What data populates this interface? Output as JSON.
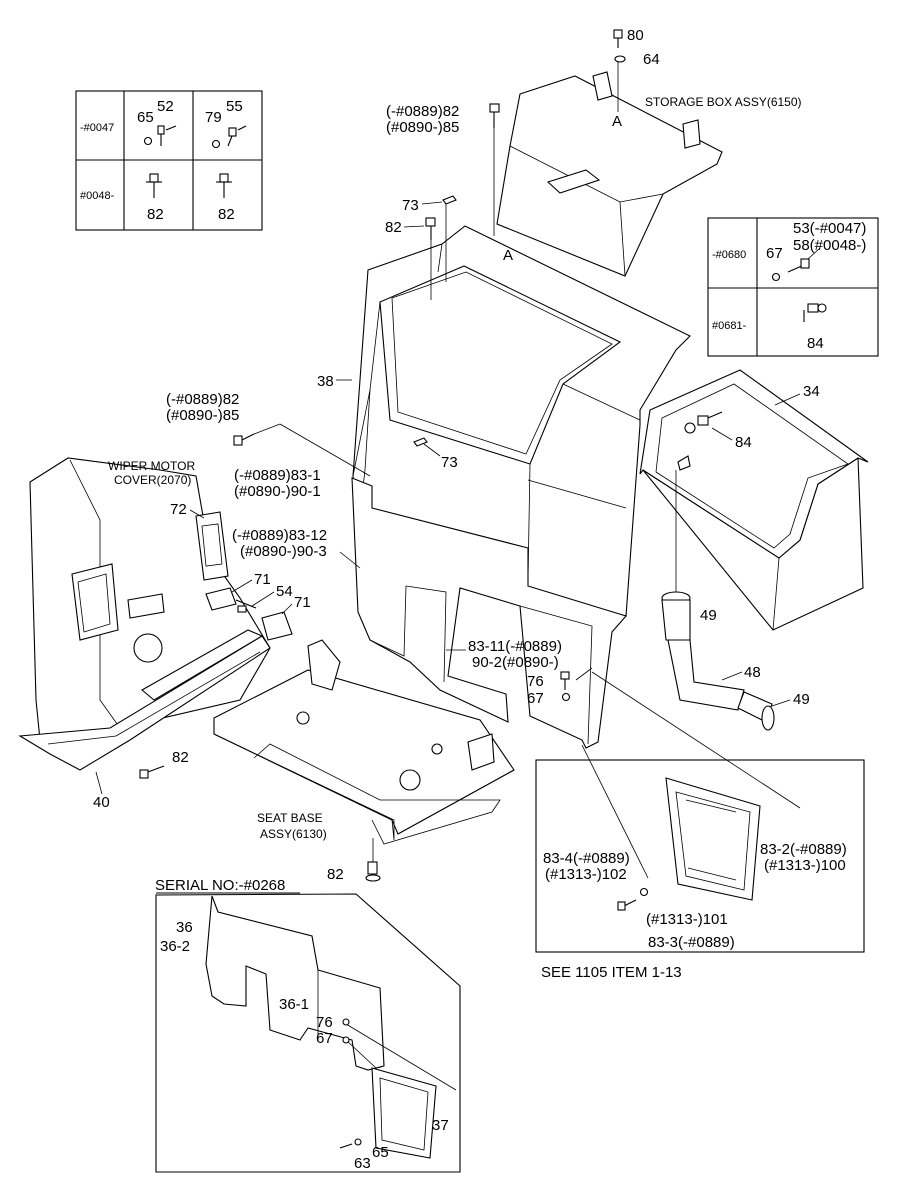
{
  "labels": {
    "p80": "80",
    "p64": "64",
    "storage_box": "STORAGE BOX ASSY(6150)",
    "p82_85_top_a": "(-#0889)82",
    "p82_85_top_b": "(#0890-)85",
    "refA_top": "A",
    "refA_mid": "A",
    "p73_top": "73",
    "p82_top": "82",
    "p38": "38",
    "p82_85_left_a": "(-#0889)82",
    "p82_85_left_b": "(#0890-)85",
    "p73_mid": "73",
    "p34": "34",
    "p84_box": "84",
    "wiper_a": "WIPER MOTOR",
    "wiper_b": "COVER(2070)",
    "p83_1_a": "(-#0889)83-1",
    "p83_1_b": "(#0890-)90-1",
    "p72": "72",
    "p83_12_a": "(-#0889)83-12",
    "p83_12_b": "(#0890-)90-3",
    "p71_a": "71",
    "p54": "54",
    "p71_b": "71",
    "p49_a": "49",
    "p83_11_a": "83-11(-#0889)",
    "p83_11_b": "90-2(#0890-)",
    "p48": "48",
    "p49_b": "49",
    "p76": "76",
    "p67": "67",
    "p82_lower": "82",
    "p40": "40",
    "seat_a": "SEAT BASE",
    "seat_b": "ASSY(6130)",
    "p82_bottom": "82",
    "p83_4_a": "83-4(-#0889)",
    "p83_4_b": "(#1313-)102",
    "p83_2_a": "83-2(-#0889)",
    "p83_2_b": "(#1313-)100",
    "p101": "(#1313-)101",
    "p83_3": "83-3(-#0889)",
    "see_1105": "SEE 1105 ITEM 1-13",
    "serial": "SERIAL NO:-#0268",
    "p36": "36",
    "p36_2": "36-2",
    "p36_1": "36-1",
    "p76_inset": "76",
    "p67_inset": "67",
    "p37": "37",
    "p65_inset": "65",
    "p63": "63"
  },
  "table_left": {
    "row1_serial": "-#0047",
    "row1_c1_a": "65",
    "row1_c1_b": "52",
    "row1_c2_a": "79",
    "row1_c2_b": "55",
    "row2_serial": "#0048-",
    "row2_c1": "82",
    "row2_c2": "82"
  },
  "table_right": {
    "row1_serial": "-#0680",
    "row1_a": "67",
    "row1_b": "53(-#0047)",
    "row1_c": "58(#0048-)",
    "row2_serial": "#0681-",
    "row2_a": "84"
  }
}
